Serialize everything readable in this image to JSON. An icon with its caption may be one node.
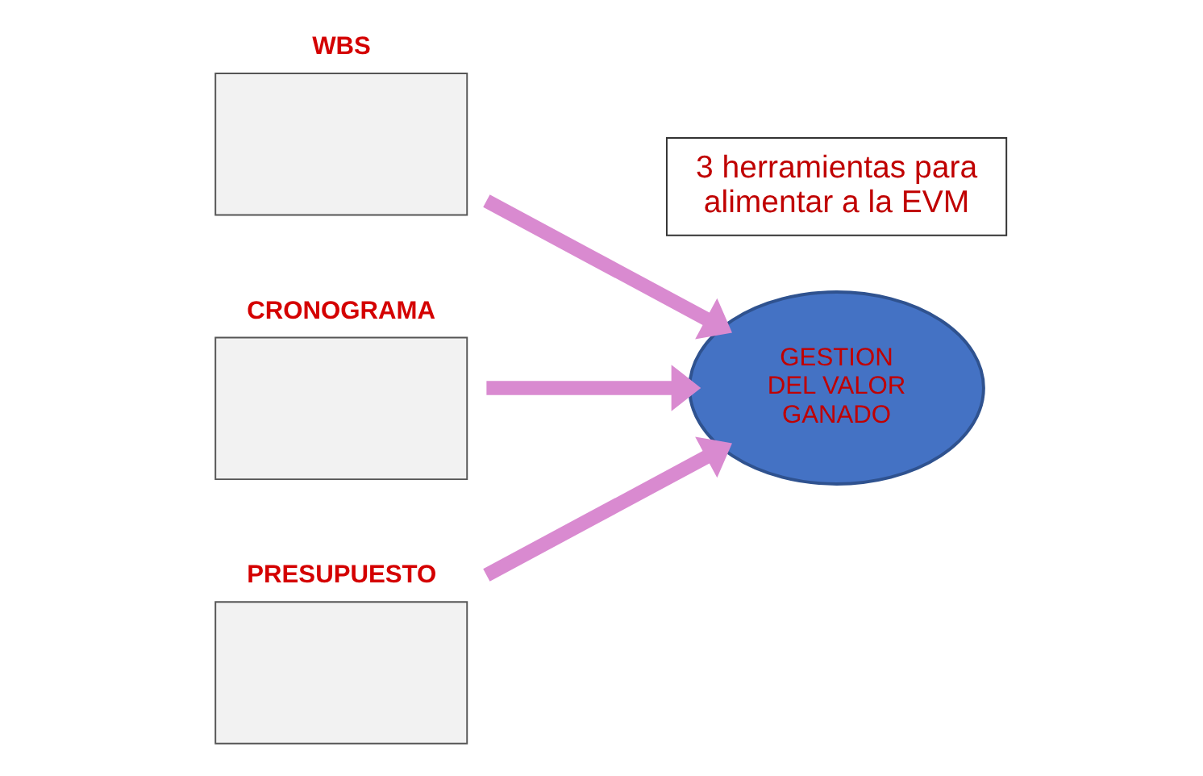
{
  "diagram": {
    "nodes": [
      {
        "text": [
          "WBS"
        ]
      },
      {
        "text": [
          "CRONOGRAMA"
        ]
      },
      {
        "text": [
          "PRESUPUESTO"
        ]
      },
      {
        "text": [
          "GESTION DEL VALOR GANADO"
        ]
      },
      {
        "text": [
          "3 herramientas para alimentar a la EVM"
        ]
      }
    ],
    "edges": [
      {
        "from": 0,
        "to": 3,
        "arrow": "to"
      },
      {
        "from": 1,
        "to": 3,
        "arrow": "to"
      },
      {
        "from": 2,
        "to": 3,
        "arrow": "to"
      }
    ]
  }
}
